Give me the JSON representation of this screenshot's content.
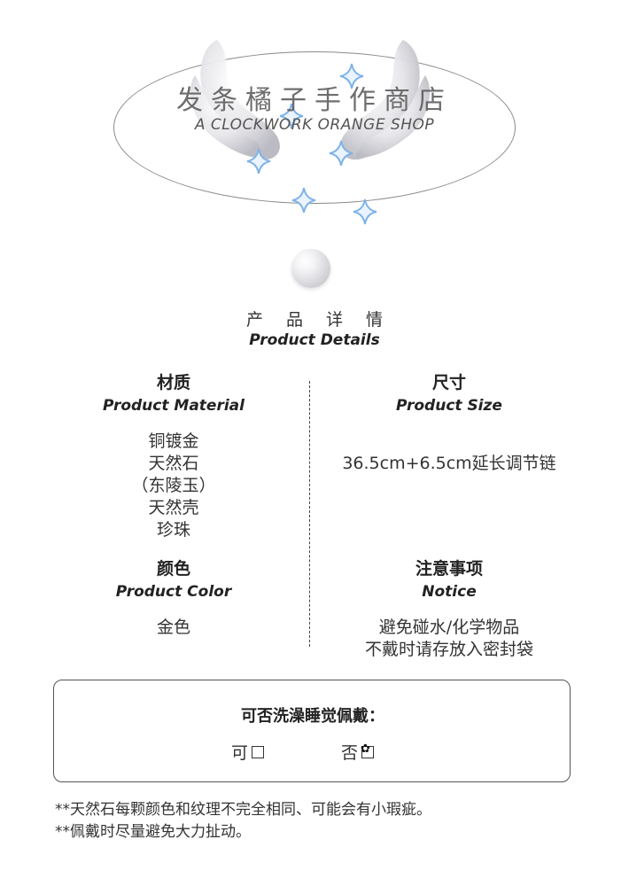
{
  "header": {
    "shop_name_cn": "发条橘子手作商店",
    "shop_name_en": "A CLOCKWORK ORANGE SHOP"
  },
  "details": {
    "title_cn": "产 品 详 情",
    "title_en": "Product Details"
  },
  "material": {
    "label_cn": "材质",
    "label_en": "Product Material",
    "lines": [
      "铜镀金",
      "天然石",
      "（东陵玉）",
      "天然壳",
      "珍珠"
    ]
  },
  "size": {
    "label_cn": "尺寸",
    "label_en": "Product Size",
    "value": "36.5cm+6.5cm延长调节链"
  },
  "color": {
    "label_cn": "颜色",
    "label_en": "Product Color",
    "value": "金色"
  },
  "notice": {
    "label_cn": "注意事项",
    "label_en": "Notice",
    "lines": [
      "避免碰水/化学物品",
      "不戴时请存放入密封袋"
    ]
  },
  "wash": {
    "question": "可否洗澡睡觉佩戴：",
    "yes_label": "可",
    "no_label": "否",
    "selected": "no"
  },
  "footnotes": [
    "**天然石每颗颜色和纹理不完全相同、可能会有小瑕疵。",
    "**佩戴时尽量避免大力扯动。"
  ],
  "colors": {
    "sparkle": "#7fb3e8",
    "text": "#2a2a2a",
    "border": "#555555"
  }
}
